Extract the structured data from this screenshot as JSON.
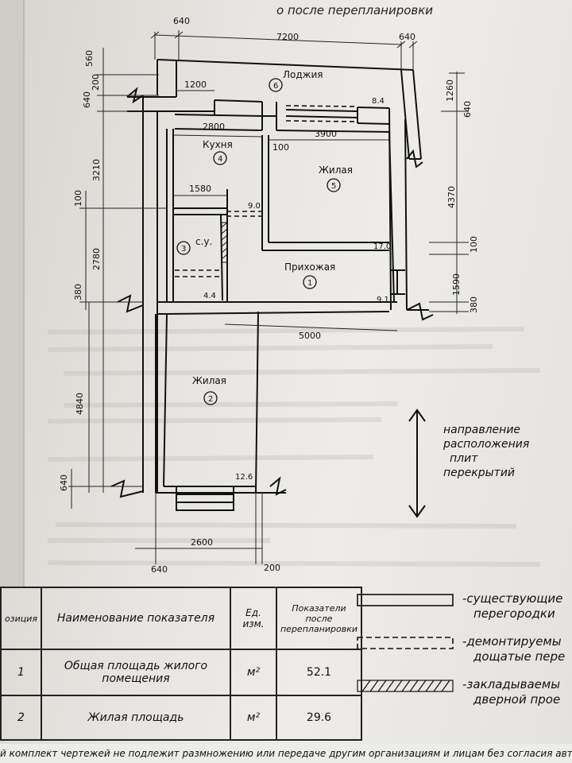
{
  "header": {
    "caption": "о после перепланировки"
  },
  "dimensions": {
    "d640_top": "640",
    "d7200": "7200",
    "d640_right": "640",
    "d560": "560",
    "d200_left": "200",
    "d640_left": "640",
    "d1200": "1200",
    "d2800": "2800",
    "d3900": "3900",
    "d100_mid": "100",
    "d3210": "3210",
    "d1580": "1580",
    "d100_left": "100",
    "d2780": "2780",
    "d380_left": "380",
    "d5000": "5000",
    "d4840": "4840",
    "d640_bottom_left": "640",
    "d2600": "2600",
    "d640_bottom": "640",
    "d200_bottom": "200",
    "d1260": "1260",
    "d640_right2": "640",
    "d4370": "4370",
    "d100_right": "100",
    "d1590": "1590",
    "d380_right": "380",
    "m84": "8.4",
    "m90": "9.0",
    "m170": "17.0",
    "m44": "4.4",
    "m91": "9.1",
    "m126": "12.6"
  },
  "rooms": {
    "loggia": {
      "name": "Лоджия",
      "num": "6"
    },
    "kitchen": {
      "name": "Кухня",
      "num": "4"
    },
    "living5": {
      "name": "Жилая",
      "num": "5"
    },
    "bath": {
      "name": "с.у.",
      "num": "3"
    },
    "hall": {
      "name": "Прихожая",
      "num": "1"
    },
    "living2": {
      "name": "Жилая",
      "num": "2"
    }
  },
  "direction_note": {
    "line1": "направление",
    "line2": "расположения",
    "line3": "плит",
    "line4": "перекрытий"
  },
  "table": {
    "headers": {
      "position": "озиция",
      "name": "Наименование показателя",
      "unit": "Ед. изм.",
      "value": "Показатели после перепланировки"
    },
    "rows": [
      {
        "pos": "1",
        "name": "Общая площадь жилого помещения",
        "unit": "м²",
        "value": "52.1"
      },
      {
        "pos": "2",
        "name": "Жилая площадь",
        "unit": "м²",
        "value": "29.6"
      }
    ]
  },
  "legend": [
    {
      "text1": "-существующие",
      "text2": "перегородки"
    },
    {
      "text1": "-демонтируемы",
      "text2": "дощатые пере"
    },
    {
      "text1": "-закладываемы",
      "text2": "дверной прое"
    }
  ],
  "footer": {
    "text": "й комплект чертежей не подлежит размножению или передаче другим организациям и лицам без согласия автора"
  }
}
